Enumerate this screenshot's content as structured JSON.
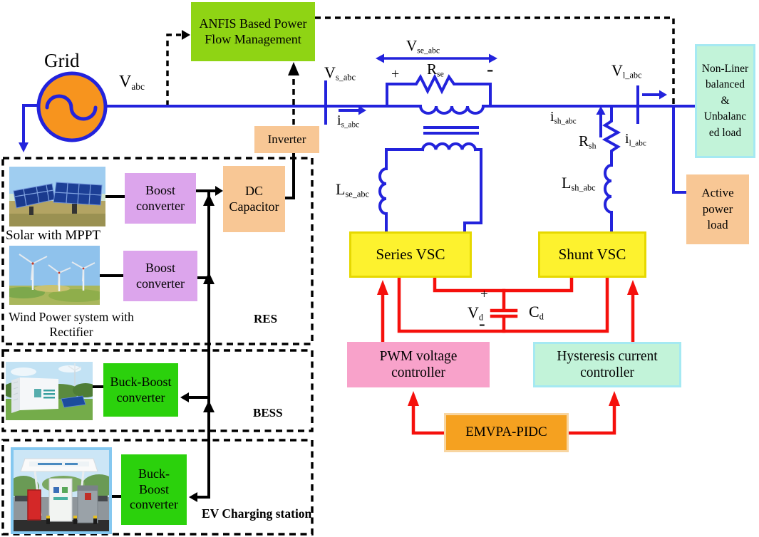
{
  "colors": {
    "wire_blue": "#2323dc",
    "wire_red": "#f5100c",
    "grid_orange": "#f7941e",
    "anfis_green": "#8fd414",
    "peach": "#f8c795",
    "purple_box": "#dca5ec",
    "bright_green": "#2bd10c",
    "vsc_yellow": "#fdf22e",
    "vsc_border": "#e6d800",
    "pink_box": "#f8a2ca",
    "mint_box": "#c2f3d9",
    "cyan_border": "#a5e9f2",
    "emvpa_orange": "#f5a120",
    "emvpa_border": "#f8d5a0",
    "ev_photo_border": "#85c8f0"
  },
  "boxes": {
    "anfis": {
      "line1": "ANFIS Based Power",
      "line2": "Flow Management"
    },
    "inverter": {
      "label": "Inverter"
    },
    "dc_capacitor": {
      "line1": "DC",
      "line2": "Capacitor"
    },
    "boost_solar": {
      "line1": "Boost",
      "line2": "converter"
    },
    "boost_wind": {
      "line1": "Boost",
      "line2": "converter"
    },
    "buck_boost_bess": {
      "line1": "Buck-Boost",
      "line2": "converter"
    },
    "buck_boost_ev": {
      "line1": "Buck-",
      "line2": "Boost",
      "line3": "converter"
    },
    "series_vsc": {
      "label": "Series VSC"
    },
    "shunt_vsc": {
      "label": "Shunt VSC"
    },
    "nonlinear_load": {
      "line1": "Non-Liner",
      "line2": "balanced",
      "line3": "&",
      "line4": "Unbalanc",
      "line5": "ed load"
    },
    "active_load": {
      "line1": "Active",
      "line2": "power",
      "line3": "load"
    },
    "pwm": {
      "line1": "PWM voltage",
      "line2": "controller"
    },
    "hysteresis": {
      "line1": "Hysteresis current",
      "line2": "controller"
    },
    "emvpa": {
      "label": "EMVPA-PIDC"
    }
  },
  "captions": {
    "grid": "Grid",
    "solar": "Solar with MPPT",
    "wind_line1": "Wind Power system with",
    "wind_line2": "Rectifier",
    "res": "RES",
    "bess": "BESS",
    "ev": "EV Charging station"
  },
  "signals": {
    "v_abc": {
      "main": "V",
      "sub": "abc"
    },
    "v_s_abc": {
      "main": "V",
      "sub": "s_abc"
    },
    "i_s_abc": {
      "main": "i",
      "sub": "s_abc"
    },
    "v_se_abc": {
      "main": "V",
      "sub": "se_abc"
    },
    "r_se": {
      "main": "R",
      "sub": "se"
    },
    "se_plus": "+",
    "se_minus": "-",
    "l_se_abc": {
      "main": "L",
      "sub": "se_abc"
    },
    "i_sh_abc": {
      "main": "i",
      "sub": "sh_abc"
    },
    "r_sh": {
      "main": "R",
      "sub": "sh"
    },
    "i_l_abc": {
      "main": "i",
      "sub": "l_abc"
    },
    "l_sh_abc": {
      "main": "L",
      "sub": "sh_abc"
    },
    "v_l_abc": {
      "main": "V",
      "sub": "l_abc"
    },
    "v_d": {
      "main": "V",
      "sub": "d"
    },
    "c_d": {
      "main": "C",
      "sub": "d"
    },
    "cap_plus": "+",
    "cap_minus": "-"
  }
}
